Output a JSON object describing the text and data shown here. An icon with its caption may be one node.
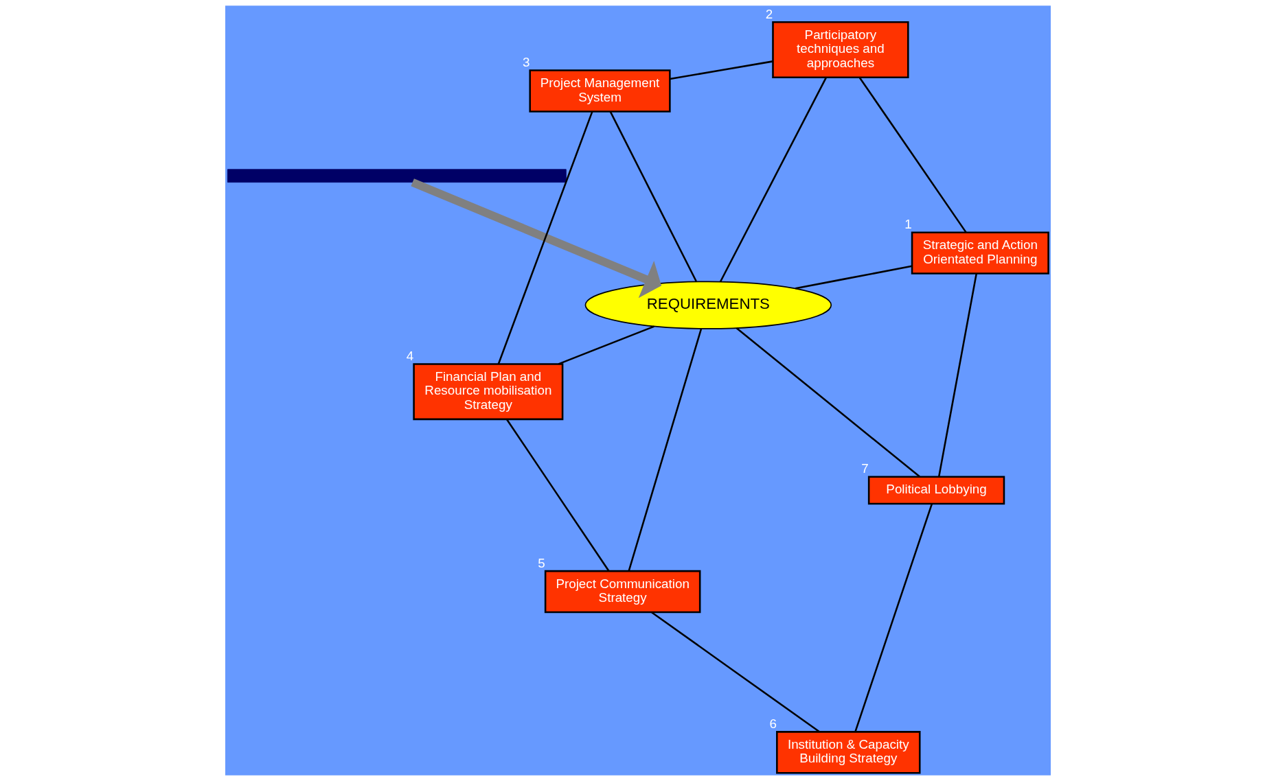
{
  "diagram": {
    "nodes": [
      {
        "text": [],
        "shape": "bar"
      },
      {
        "text": [
          "REQUIREMENTS"
        ]
      },
      {
        "text": [
          "Strategic and Action Orientated Planning"
        ],
        "beside": [
          "1"
        ]
      },
      {
        "text": [
          "Participatory techniques and approaches"
        ],
        "beside": [
          "2"
        ]
      },
      {
        "text": [
          "Project Management System"
        ],
        "beside": [
          "3"
        ]
      },
      {
        "text": [
          "Financial Plan and Resource mobilisation Strategy"
        ],
        "beside": [
          "4"
        ]
      },
      {
        "text": [
          "Project Communication Strategy"
        ],
        "beside": [
          "5"
        ]
      },
      {
        "text": [
          "Institution & Capacity Building Strategy"
        ],
        "beside": [
          "6"
        ]
      },
      {
        "text": [
          "Political Lobbying"
        ],
        "beside": [
          "7"
        ]
      }
    ],
    "edges": [
      {
        "from": 0,
        "to": 1,
        "arrow": "to",
        "style": "thick",
        "color": "#808080"
      },
      {
        "from": 1,
        "to": 2,
        "arrow": "none"
      },
      {
        "from": 1,
        "to": 3,
        "arrow": "none"
      },
      {
        "from": 1,
        "to": 4,
        "arrow": "none"
      },
      {
        "from": 1,
        "to": 5,
        "arrow": "none"
      },
      {
        "from": 1,
        "to": 6,
        "arrow": "none"
      },
      {
        "from": 1,
        "to": 8,
        "arrow": "none"
      },
      {
        "from": 2,
        "to": 3,
        "arrow": "none"
      },
      {
        "from": 3,
        "to": 4,
        "arrow": "none"
      },
      {
        "from": 4,
        "to": 5,
        "arrow": "none"
      },
      {
        "from": 5,
        "to": 6,
        "arrow": "none"
      },
      {
        "from": 6,
        "to": 7,
        "arrow": "none"
      },
      {
        "from": 7,
        "to": 8,
        "arrow": "none"
      },
      {
        "from": 8,
        "to": 2,
        "arrow": "none"
      }
    ]
  }
}
